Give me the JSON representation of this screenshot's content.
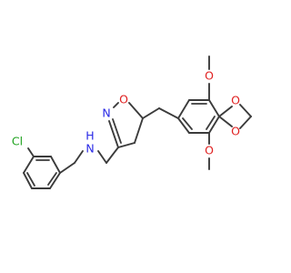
{
  "molecule": {
    "atoms": {
      "cl": {
        "text": "Cl"
      },
      "nh": {
        "text": "H"
      },
      "n_amine": {
        "text": "N"
      },
      "n_ring": {
        "text": "N"
      },
      "o_ring": {
        "text": "O"
      },
      "o_methoxy_top": {
        "text": "O"
      },
      "o_methoxy_bottom": {
        "text": "O"
      },
      "o_dioxole_upper": {
        "text": "O"
      },
      "o_dioxole_lower": {
        "text": "O"
      }
    },
    "colors": {
      "chlorine": "#1fa31f",
      "nitrogen": "#2a2ae6",
      "oxygen": "#e02020",
      "bond": "#3b3b3b"
    }
  }
}
